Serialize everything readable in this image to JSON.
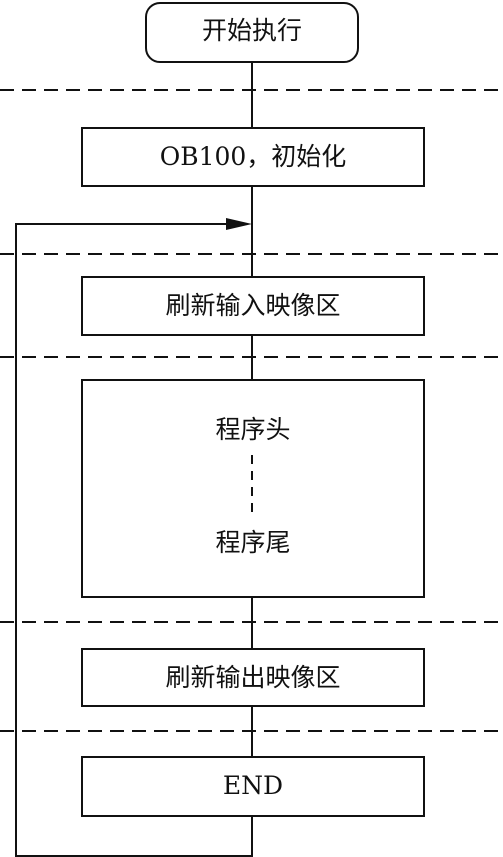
{
  "nodes": {
    "start": "开始执行",
    "init": "OB100，初始化",
    "input_refresh": "刷新输入映像区",
    "program_head": "程序头",
    "program_tail": "程序尾",
    "output_refresh": "刷新输出映像区",
    "end": "END"
  },
  "colors": {
    "stroke": "#111111",
    "background": "#ffffff"
  }
}
